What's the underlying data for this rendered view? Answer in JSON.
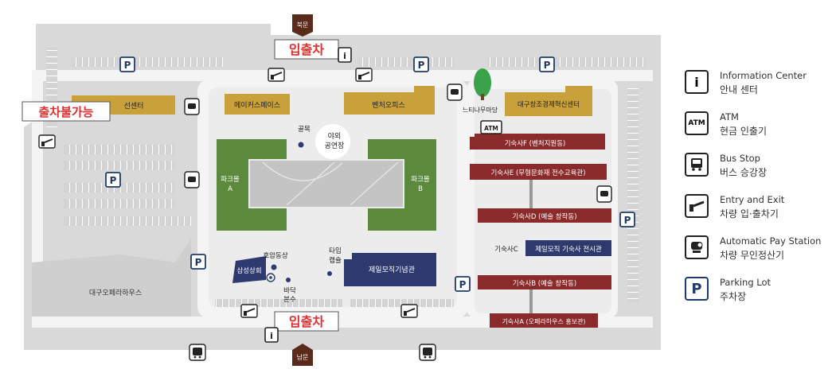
{
  "gates": {
    "north": "북문",
    "south": "남문",
    "north_callout": "입출차",
    "south_callout": "입출차",
    "west_callout": "출차불가능"
  },
  "buildings": {
    "makers_space": "메이커스페이스",
    "venture_office": "벤처오피스",
    "creative_center": "대구창조경제혁신센터",
    "west_center": "선센터",
    "park_mall_a_1": "파크몰",
    "park_mall_a_2": "A",
    "park_mall_b_1": "파크몰",
    "park_mall_b_2": "B",
    "alley": "골목",
    "outdoor_1": "야외",
    "outdoor_2": "공연장",
    "zelkova": "느티나무마당",
    "samsung": "삼성상회",
    "hoam_statue": "호암동상",
    "floor_fountain_1": "바닥",
    "floor_fountain_2": "분수",
    "time_capsule_1": "타임",
    "time_capsule_2": "캡슐",
    "memorial": "제일모직기념관",
    "opera_house": "대구오페라하우스",
    "dorm_f": "기숙사F (벤처지원동)",
    "dorm_e": "기숙사E (무형문화재 전수교육관)",
    "dorm_d": "기숙사D (예술 창작동)",
    "dorm_c": "기숙사C",
    "dorm_c_exhibit": "제일모직 기숙사 전시관",
    "dorm_b": "기숙사B (예술 창작동)",
    "dorm_a": "기숙사A (오페라하우스 홍보관)",
    "atm_tag": "ATM"
  },
  "map_icons": {
    "parking": "P",
    "info": "i"
  },
  "legend": [
    {
      "icon": "info-icon",
      "en": "Information Center",
      "ko": "안내 센터"
    },
    {
      "icon": "atm-icon",
      "en": "ATM",
      "ko": "현금 인출기"
    },
    {
      "icon": "bus-icon",
      "en": "Bus Stop",
      "ko": "버스 승강장"
    },
    {
      "icon": "gate-barrier-icon",
      "en": "Entry and Exit",
      "ko": "차량 입·출차기"
    },
    {
      "icon": "pay-station-icon",
      "en": "Automatic Pay Station",
      "ko": "차량 무인정산기"
    },
    {
      "icon": "parking-icon",
      "en": "Parking Lot",
      "ko": "주차장"
    }
  ],
  "colors": {
    "road": "#ffffff",
    "ground": "#dcdcdc",
    "site": "#ececec",
    "gold": "#c9a13a",
    "green": "#5c8a3c",
    "navy": "#2e3a6e",
    "brick": "#8b2a2a",
    "accent_red": "#e03030",
    "gate_brown": "#5a2a1a"
  }
}
